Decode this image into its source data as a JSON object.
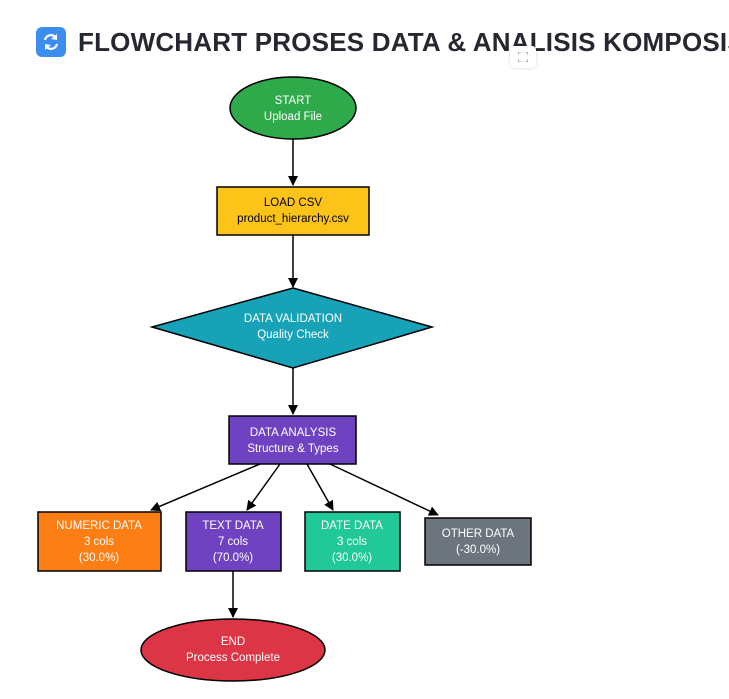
{
  "header": {
    "title": "FLOWCHART PROSES DATA & ANALISIS KOMPOSISI",
    "icon": "refresh-icon",
    "expand_icon": "fullscreen-icon"
  },
  "colors": {
    "start": "#2eaa4a",
    "load": "#fcc419",
    "validation": "#17a2b8",
    "analysis": "#6f42c1",
    "numeric": "#fd7e14",
    "text": "#6f42c1",
    "date": "#20c997",
    "other": "#6c757d",
    "end": "#dc3545"
  },
  "nodes": {
    "start": {
      "line1": "START",
      "line2": "Upload File"
    },
    "load": {
      "line1": "LOAD CSV",
      "line2": "product_hierarchy.csv"
    },
    "validation": {
      "line1": "DATA VALIDATION",
      "line2": "Quality Check"
    },
    "analysis": {
      "line1": "DATA ANALYSIS",
      "line2": "Structure & Types"
    },
    "numeric": {
      "line1": "NUMERIC DATA",
      "line2": "3 cols",
      "line3": "(30.0%)"
    },
    "text": {
      "line1": "TEXT DATA",
      "line2": "7 cols",
      "line3": "(70.0%)"
    },
    "date": {
      "line1": "DATE DATA",
      "line2": "3 cols",
      "line3": "(30.0%)"
    },
    "other": {
      "line1": "OTHER DATA",
      "line2": "(-30.0%)"
    },
    "end": {
      "line1": "END",
      "line2": "Process Complete"
    }
  }
}
